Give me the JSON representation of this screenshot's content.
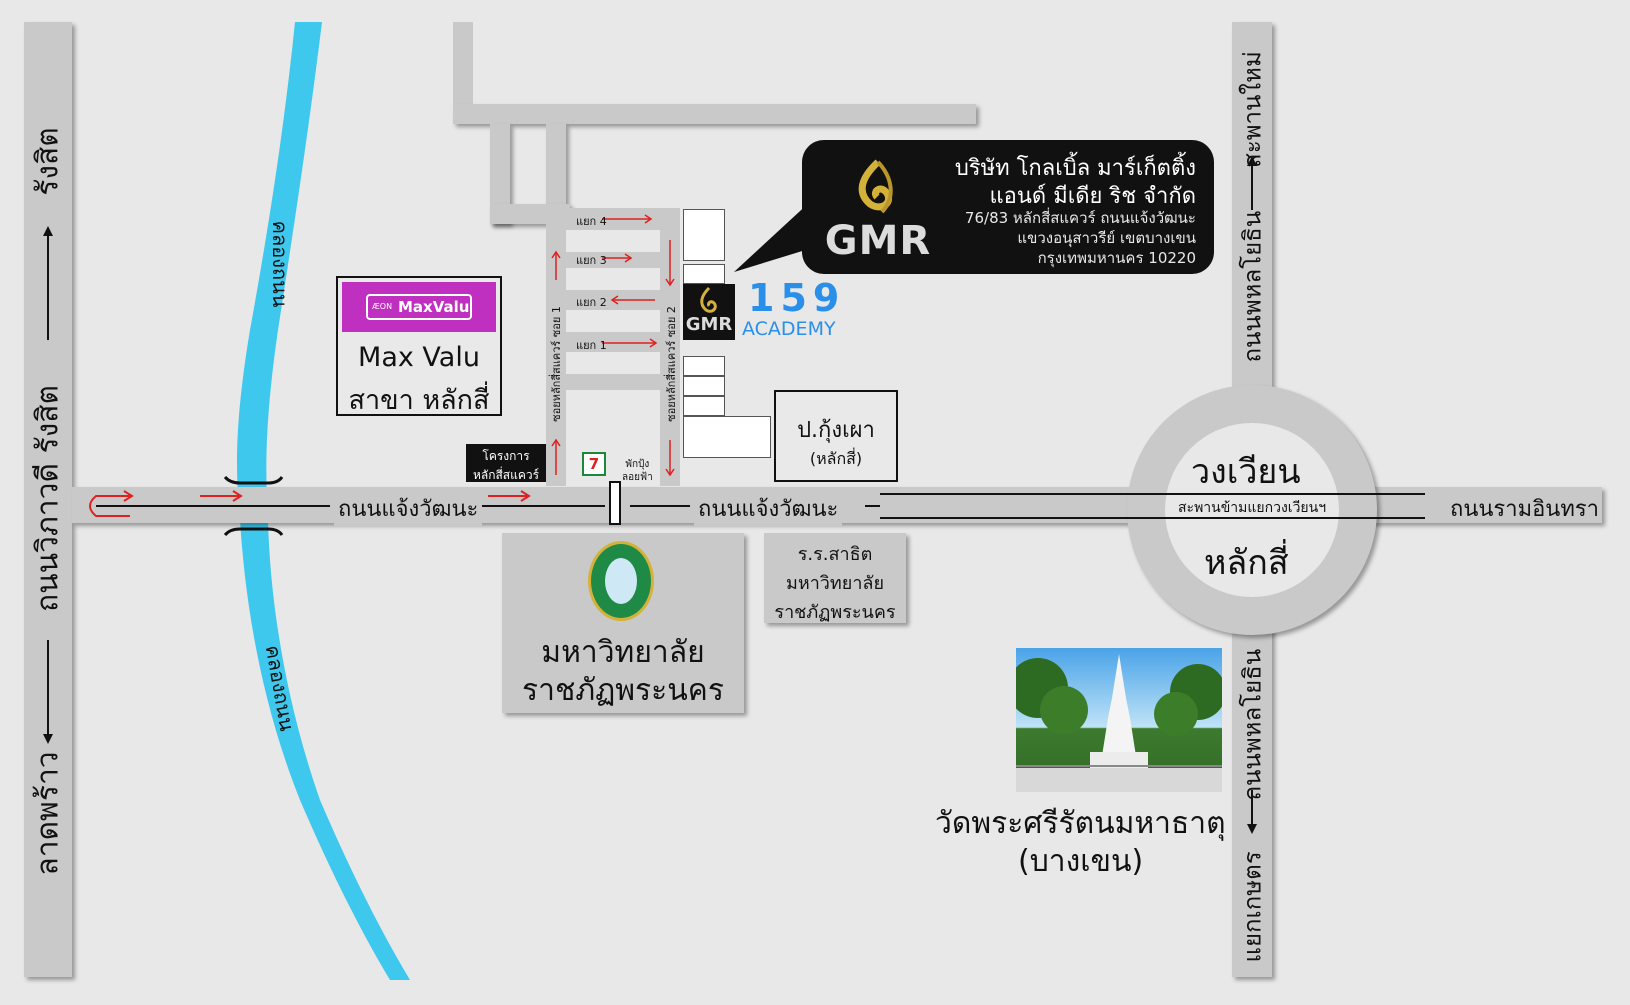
{
  "roads": {
    "left_top_dest": "รังสิต",
    "left_name": "ถนนวิภาวดี รังสิต",
    "left_bottom_dest": "ลาดพร้าว",
    "right_top_dest": "สะพานใหม่",
    "right_top_name": "ถนนพหลโยธิน",
    "right_bottom_name": "ถนนพหลโยธิน",
    "right_bottom_dest": "แยกเกษตร",
    "main_left": "ถนนแจ้งวัฒนะ",
    "main_mid": "ถนนแจ้งวัฒนะ",
    "main_right": "ถนนรามอินทรา",
    "overpass": "สะพานข้ามแยกวงเวียนฯ",
    "soi1": "ซอยหลักสี่สแควร์ ซอย 1",
    "soi2": "ซอยหลักสี่สแควร์ ซอย 2",
    "yaek": [
      "แยก 4",
      "แยก 3",
      "แยก 2",
      "แยก 1"
    ]
  },
  "canal": {
    "top": "คลองถนน",
    "bottom": "คลองถนน"
  },
  "roundabout": {
    "top": "วงเวียน",
    "bottom": "หลักสี่"
  },
  "company": {
    "logo": "GMR",
    "line1": "บริษัท โกลเบิ้ล มาร์เก็ตติ้ง",
    "line2": "แอนด์ มีเดีย ริช จำกัด",
    "addr1": "76/83 หลักสี่สแควร์ ถนนแจ้งวัฒนะ",
    "addr2": "แขวงอนุสาวรีย์ เขตบางเขน",
    "addr3": "กรุงเทพมหานคร 10220"
  },
  "academy": {
    "logo": "GMR",
    "number": "159",
    "name": "ACADEMY"
  },
  "maxvalu": {
    "brand_small": "ÆON",
    "brand": "MaxValu",
    "line1": "Max Valu",
    "line2": "สาขา หลักสี่"
  },
  "project": {
    "line1": "โครงการ",
    "line2": "หลักสี่สแควร์"
  },
  "seven": {
    "logo": "7"
  },
  "police": {
    "line1": "พักปุ้ง",
    "line2": "ลอยฟ้า"
  },
  "kungphao": {
    "line1": "ป.กุ้งเผา",
    "line2": "(หลักสี่)"
  },
  "university": {
    "line1": "มหาวิทยาลัย",
    "line2": "ราชภัฏพระนคร"
  },
  "demo_school": {
    "line1": "ร.ร.สาธิต",
    "line2": "มหาวิทยาลัย",
    "line3": "ราชภัฏพระนคร"
  },
  "temple": {
    "line1": "วัดพระศรีรัตนมหาธาตุ",
    "line2": "(บางเขน)"
  },
  "colors": {
    "background": "#e8e8e8",
    "road": "#c9c9c9",
    "canal": "#3fc8ee",
    "arrow": "#e02020",
    "academy_blue": "#2a8fe8",
    "maxvalu_magenta": "#c030c0",
    "callout": "#111111",
    "logo_gold": "#d4b23a"
  }
}
